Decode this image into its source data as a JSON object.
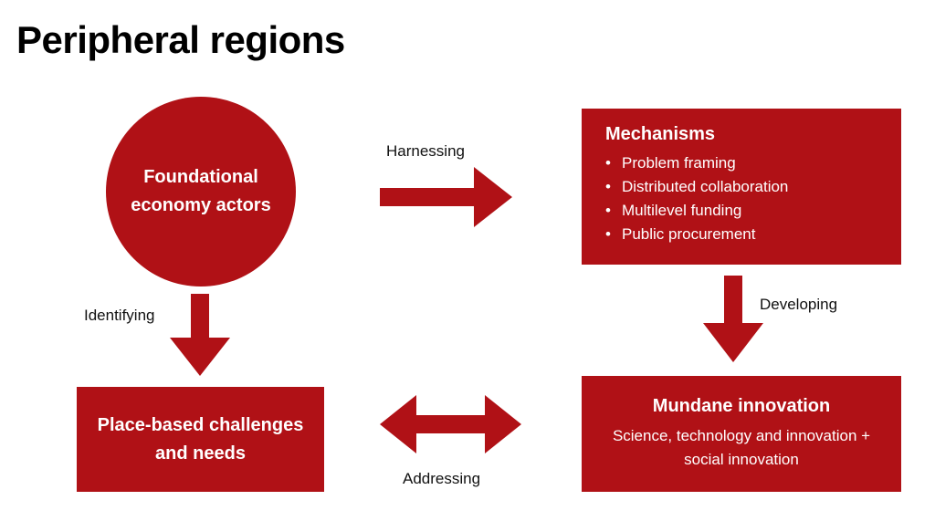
{
  "title": "Peripheral regions",
  "colors": {
    "accent": "#b01116",
    "text": "#111111",
    "background": "#ffffff"
  },
  "nodes": {
    "actors": {
      "label": "Foundational economy actors"
    },
    "mechanisms": {
      "title": "Mechanisms",
      "items": [
        "Problem framing",
        "Distributed collaboration",
        "Multilevel funding",
        "Public procurement"
      ]
    },
    "place": {
      "label": "Place-based challenges and needs"
    },
    "mundane": {
      "title": "Mundane innovation",
      "subtitle": "Science, technology and innovation + social innovation"
    }
  },
  "edges": {
    "harnessing": "Harnessing",
    "identifying": "Identifying",
    "developing": "Developing",
    "addressing": "Addressing"
  }
}
